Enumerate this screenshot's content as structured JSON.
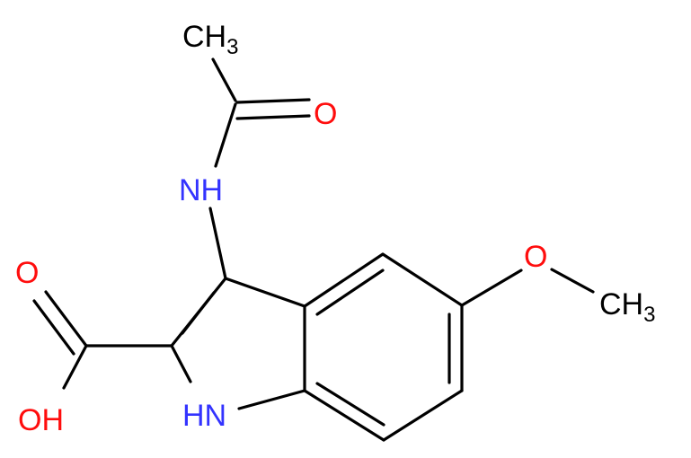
{
  "molecule": {
    "labels": {
      "acetyl_methyl": "CH",
      "acetyl_methyl_sub": "3",
      "carbonyl_o": "O",
      "amide_nh": "NH",
      "methoxy_o": "O",
      "methoxy_methyl": "CH",
      "methoxy_methyl_sub": "3",
      "acid_o": "O",
      "acid_oh": "OH",
      "ring_nh": "HN"
    },
    "colors": {
      "carbon": "#000000",
      "nitrogen": "#3333ff",
      "oxygen": "#ff0d0d"
    }
  }
}
